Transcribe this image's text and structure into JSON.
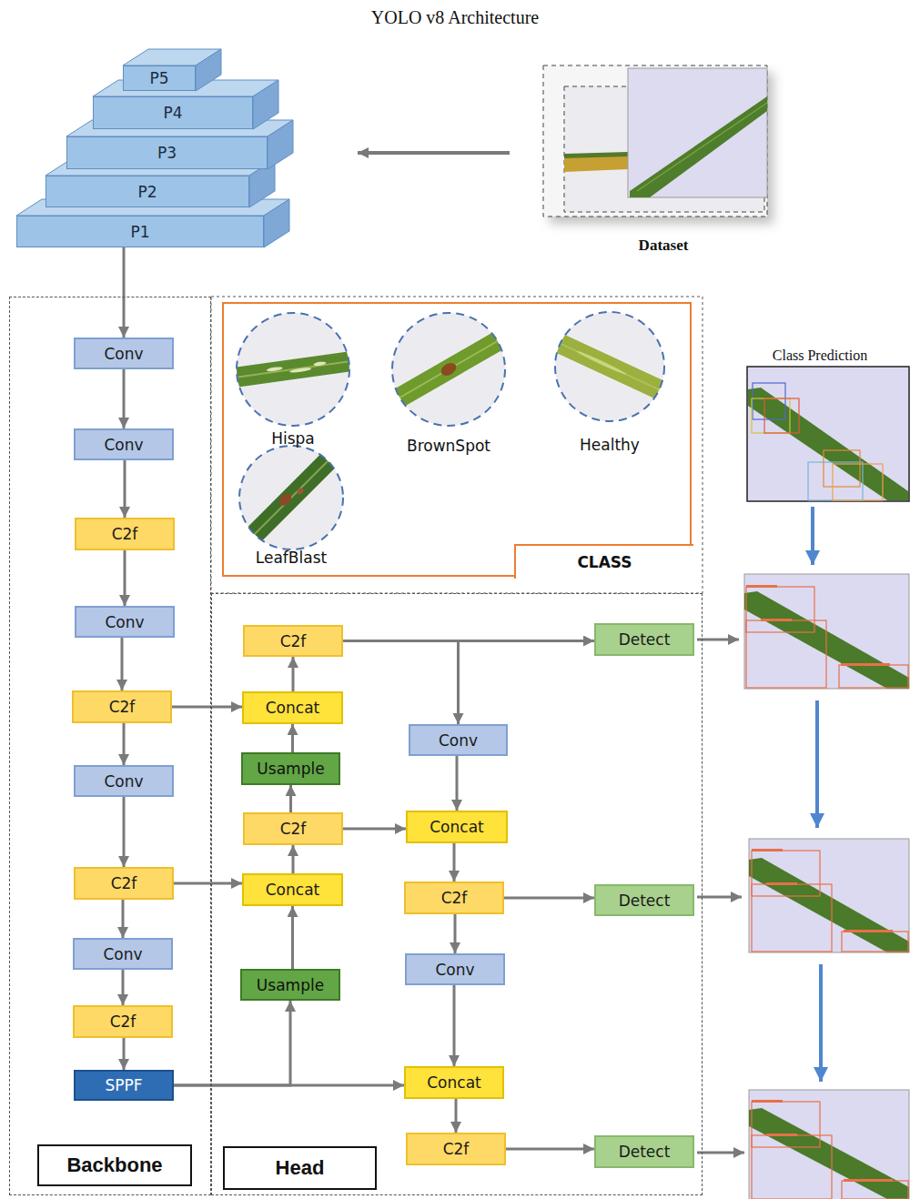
{
  "diagram": {
    "title": "YOLO v8 Architecture",
    "nodes": [
      {
        "text": [
          "P5"
        ]
      },
      {
        "text": [
          "P4"
        ]
      },
      {
        "text": [
          "P3"
        ]
      },
      {
        "text": [
          "P2"
        ]
      },
      {
        "text": [
          "P1"
        ]
      },
      {
        "text": [
          "Backbone"
        ]
      },
      {
        "text": [
          "Conv"
        ],
        "in": 5
      },
      {
        "text": [
          "Conv"
        ],
        "in": 5
      },
      {
        "text": [
          "C2f"
        ],
        "in": 5
      },
      {
        "text": [
          "Conv"
        ],
        "in": 5
      },
      {
        "text": [
          "C2f"
        ],
        "in": 5
      },
      {
        "text": [
          "Conv"
        ],
        "in": 5
      },
      {
        "text": [
          "C2f"
        ],
        "in": 5
      },
      {
        "text": [
          "Conv"
        ],
        "in": 5
      },
      {
        "text": [
          "C2f"
        ],
        "in": 5
      },
      {
        "text": [
          "SPPF"
        ],
        "in": 5
      },
      {
        "text": [
          "CLASS"
        ]
      },
      {
        "text": [
          "Hispa"
        ],
        "in": 16
      },
      {
        "text": [
          "BrownSpot"
        ],
        "in": 16
      },
      {
        "text": [
          "Healthy"
        ],
        "in": 16
      },
      {
        "text": [
          "LeafBlast"
        ],
        "in": 16
      },
      {
        "text": [
          "Head"
        ]
      },
      {
        "text": [
          "C2f"
        ],
        "in": 21
      },
      {
        "text": [
          "Concat"
        ],
        "in": 21
      },
      {
        "text": [
          "Usample"
        ],
        "in": 21
      },
      {
        "text": [
          "C2f"
        ],
        "in": 21
      },
      {
        "text": [
          "Concat"
        ],
        "in": 21
      },
      {
        "text": [
          "Usample"
        ],
        "in": 21
      },
      {
        "text": [
          "Conv"
        ],
        "in": 21
      },
      {
        "text": [
          "Concat"
        ],
        "in": 21
      },
      {
        "text": [
          "C2f"
        ],
        "in": 21
      },
      {
        "text": [
          "Conv"
        ],
        "in": 21
      },
      {
        "text": [
          "Concat"
        ],
        "in": 21
      },
      {
        "text": [
          "C2f"
        ],
        "in": 21
      },
      {
        "text": [
          "Detect"
        ],
        "in": 21
      },
      {
        "text": [
          "Detect"
        ],
        "in": 21
      },
      {
        "text": [
          "Detect"
        ],
        "in": 21
      }
    ],
    "edges": [
      {
        "from": 4,
        "to": 6,
        "arrow": "to"
      },
      {
        "from": 6,
        "to": 7,
        "arrow": "to"
      },
      {
        "from": 7,
        "to": 8,
        "arrow": "to"
      },
      {
        "from": 8,
        "to": 9,
        "arrow": "to"
      },
      {
        "from": 9,
        "to": 10,
        "arrow": "to"
      },
      {
        "from": 10,
        "to": 11,
        "arrow": "to"
      },
      {
        "from": 11,
        "to": 12,
        "arrow": "to"
      },
      {
        "from": 12,
        "to": 13,
        "arrow": "to"
      },
      {
        "from": 13,
        "to": 14,
        "arrow": "to"
      },
      {
        "from": 14,
        "to": 15,
        "arrow": "to"
      },
      {
        "from": 10,
        "to": 23,
        "arrow": "to"
      },
      {
        "from": 12,
        "to": 26,
        "arrow": "to"
      },
      {
        "from": 15,
        "to": 27,
        "arrow": "to"
      },
      {
        "from": 15,
        "to": 32,
        "arrow": "to"
      },
      {
        "from": 27,
        "to": 26,
        "arrow": "to"
      },
      {
        "from": 26,
        "to": 25,
        "arrow": "to"
      },
      {
        "from": 25,
        "to": 24,
        "arrow": "to"
      },
      {
        "from": 24,
        "to": 23,
        "arrow": "to"
      },
      {
        "from": 23,
        "to": 22,
        "arrow": "to"
      },
      {
        "from": 25,
        "to": 29,
        "arrow": "to"
      },
      {
        "from": 22,
        "to": 34,
        "arrow": "to"
      },
      {
        "from": 22,
        "to": 28,
        "arrow": "to"
      },
      {
        "from": 28,
        "to": 29,
        "arrow": "to"
      },
      {
        "from": 29,
        "to": 30,
        "arrow": "to"
      },
      {
        "from": 30,
        "to": 35,
        "arrow": "to"
      },
      {
        "from": 30,
        "to": 31,
        "arrow": "to"
      },
      {
        "from": 31,
        "to": 32,
        "arrow": "to"
      },
      {
        "from": 32,
        "to": 33,
        "arrow": "to"
      },
      {
        "from": 33,
        "to": 36,
        "arrow": "to"
      }
    ],
    "labels": [
      "Dataset",
      "Class Prediction"
    ]
  }
}
